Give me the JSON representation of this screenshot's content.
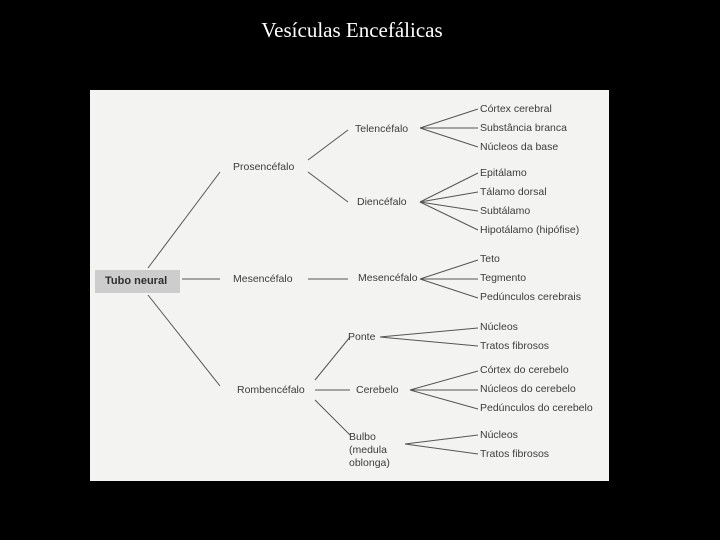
{
  "slide": {
    "title": "Vesículas Encefálicas"
  },
  "diagram": {
    "root": "Tubo neural",
    "primary": [
      "Prosencéfalo",
      "Mesencéfalo",
      "Rombencéfalo"
    ],
    "secondary": [
      "Telencéfalo",
      "Diencéfalo",
      "Mesencéfalo",
      "Ponte",
      "Cerebelo",
      "Bulbo (medula oblonga)"
    ],
    "structures": {
      "telencefalo": [
        "Córtex cerebral",
        "Substância branca",
        "Núcleos da base"
      ],
      "diencefalo": [
        "Epitálamo",
        "Tálamo dorsal",
        "Subtálamo",
        "Hipotálamo (hipófise)"
      ],
      "mesencefalo": [
        "Teto",
        "Tegmento",
        "Pedúnculos cerebrais"
      ],
      "ponte": [
        "Núcleos",
        "Tratos fibrosos"
      ],
      "cerebelo": [
        "Córtex do cerebelo",
        "Núcleos do cerebelo",
        "Pedúnculos do cerebelo"
      ],
      "bulbo": [
        "Núcleos",
        "Tratos fibrosos"
      ]
    }
  }
}
